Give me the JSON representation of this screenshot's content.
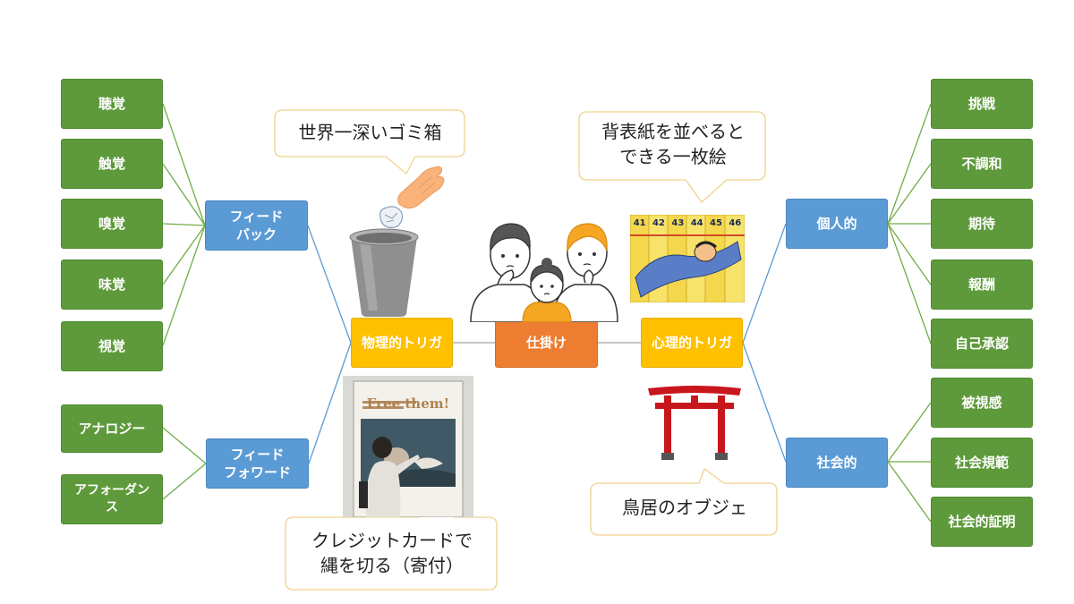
{
  "center": {
    "label": "仕掛け"
  },
  "triggers": {
    "physical": "物理的トリガ",
    "psychological": "心理的トリガ"
  },
  "physical_branches": {
    "feedback": "フィード\nバック",
    "feedforward": "フィード\nフォワード"
  },
  "psychological_branches": {
    "personal": "個人的",
    "social": "社会的"
  },
  "feedback_items": [
    "聴覚",
    "触覚",
    "嗅覚",
    "味覚",
    "視覚"
  ],
  "feedforward_items": [
    "アナロジー",
    "アフォーダン\nス"
  ],
  "personal_items": [
    "挑戦",
    "不調和",
    "期待",
    "報酬",
    "自己承認"
  ],
  "social_items": [
    "被視感",
    "社会規範",
    "社会的証明"
  ],
  "callouts": {
    "trash": "世界一深いゴミ箱",
    "spines": "背表紙を並べると\nできる一枚絵",
    "card": "クレジットカードで\n縄を切る（寄付）",
    "torii": "鳥居のオブジェ"
  },
  "poster": {
    "text": "Free them!"
  },
  "manga": {
    "volume_numbers": [
      "41",
      "42",
      "43",
      "44",
      "45",
      "46"
    ]
  },
  "colors": {
    "green": "#5e9a3b",
    "blue": "#5b9bd5",
    "yellow": "#ffc000",
    "orange": "#ed7d31",
    "line_green": "#70ad47",
    "line_blue": "#5b9bd5",
    "callout_border": "#f0d38a"
  }
}
